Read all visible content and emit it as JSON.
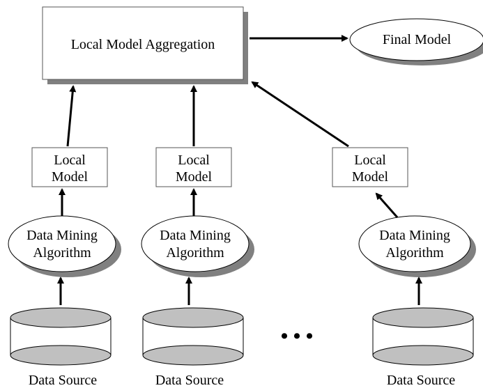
{
  "aggregation": {
    "label": "Local Model Aggregation"
  },
  "final_model": {
    "label": "Final Model"
  },
  "columns": [
    {
      "local_model": {
        "line1": "Local",
        "line2": "Model"
      },
      "algorithm": {
        "line1": "Data Mining",
        "line2": "Algorithm"
      },
      "source": {
        "label": "Data Source"
      }
    },
    {
      "local_model": {
        "line1": "Local",
        "line2": "Model"
      },
      "algorithm": {
        "line1": "Data Mining",
        "line2": "Algorithm"
      },
      "source": {
        "label": "Data Source"
      }
    },
    {
      "local_model": {
        "line1": "Local",
        "line2": "Model"
      },
      "algorithm": {
        "line1": "Data Mining",
        "line2": "Algorithm"
      },
      "source": {
        "label": "Data Source"
      }
    }
  ],
  "ellipsis": {
    "label": "• • •"
  },
  "colors": {
    "shadow": "#808080",
    "cylinder_fill": "#c0c0c0",
    "cylinder_body": "#ffffff",
    "stroke": "#000000"
  }
}
